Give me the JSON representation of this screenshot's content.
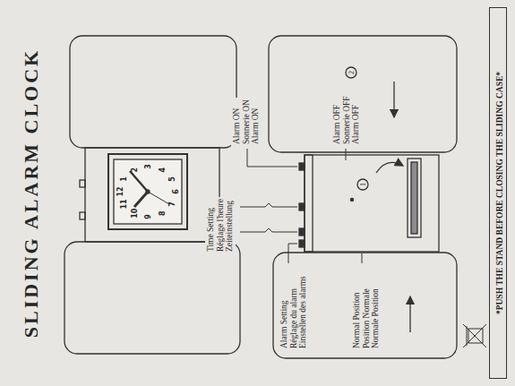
{
  "diagram": {
    "title": "SLIDING ALARM CLOCK",
    "nodes": [
      {
        "text": [
          "*PUSH THE STAND BEFORE CLOSING THE SLIDING CASE*"
        ]
      }
    ],
    "labels": [
      "12",
      "1",
      "2",
      "3",
      "4",
      "5",
      "6",
      "7",
      "8",
      "9",
      "10",
      "11",
      "Time Setting",
      "Réglage l'heure",
      "Zeiteinstellung",
      "Alarm Setting",
      "Réglage du alarm",
      "Einstellen des alarms",
      "Alarm ON",
      "Sonnerie ON",
      "Alarm ON",
      "Normal Position",
      "Position Normale",
      "Normale Position",
      "1",
      "Alarm OFF",
      "Sonnerie OFF",
      "Alarm OFF",
      "2"
    ]
  }
}
